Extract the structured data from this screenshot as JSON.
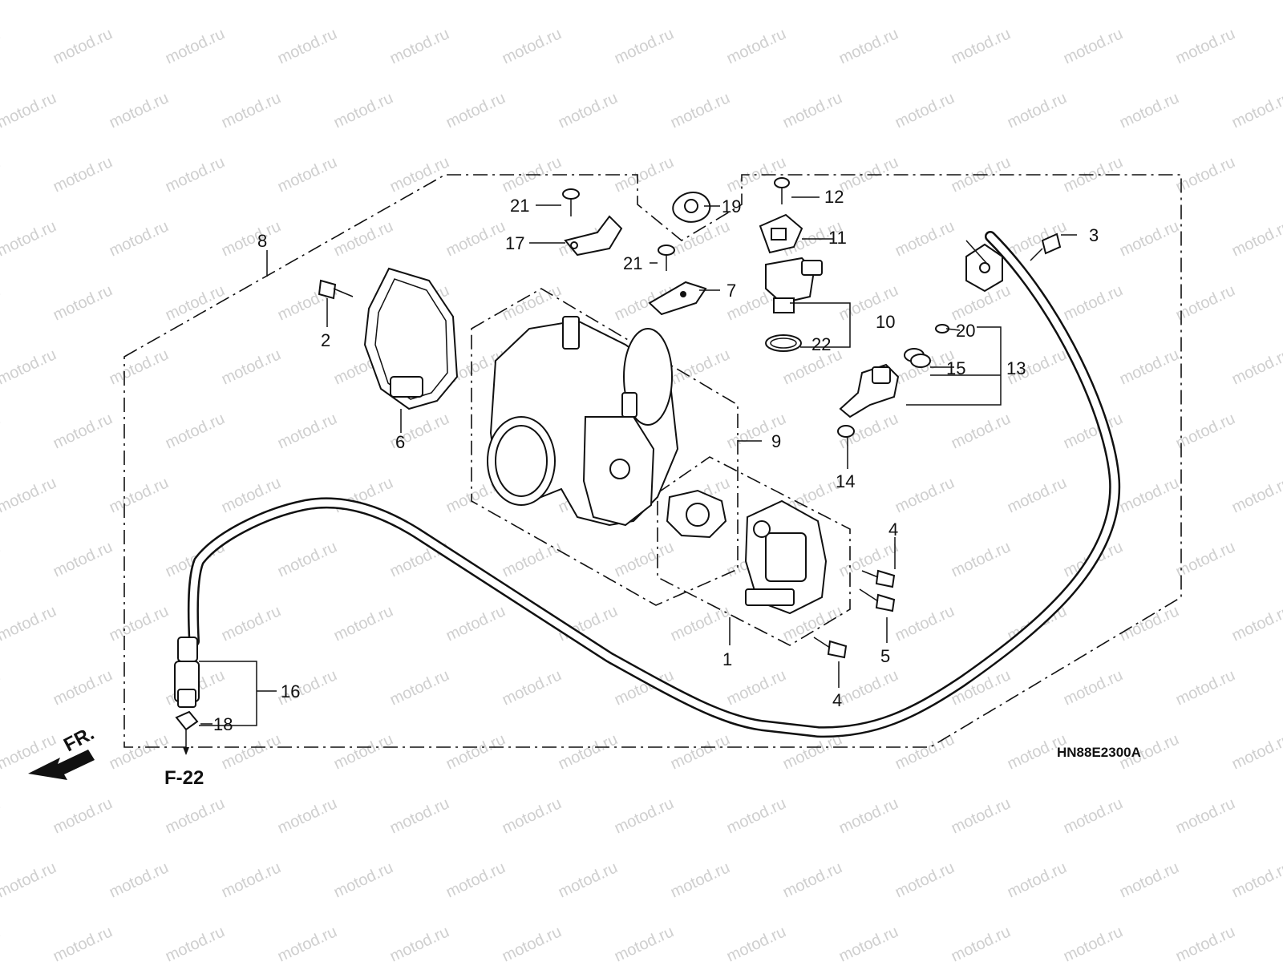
{
  "watermark": "motod.ru",
  "diagram_code": "HN88E2300A",
  "front_indicator": "FR.",
  "cross_reference": "F-22",
  "callouts": [
    {
      "id": "1",
      "label": "1"
    },
    {
      "id": "2",
      "label": "2"
    },
    {
      "id": "3",
      "label": "3"
    },
    {
      "id": "4a",
      "label": "4"
    },
    {
      "id": "4b",
      "label": "4"
    },
    {
      "id": "5",
      "label": "5"
    },
    {
      "id": "6",
      "label": "6"
    },
    {
      "id": "7",
      "label": "7"
    },
    {
      "id": "8",
      "label": "8"
    },
    {
      "id": "9",
      "label": "9"
    },
    {
      "id": "10",
      "label": "10"
    },
    {
      "id": "11",
      "label": "11"
    },
    {
      "id": "12",
      "label": "12"
    },
    {
      "id": "13",
      "label": "13"
    },
    {
      "id": "14",
      "label": "14"
    },
    {
      "id": "15",
      "label": "15"
    },
    {
      "id": "16",
      "label": "16"
    },
    {
      "id": "17",
      "label": "17"
    },
    {
      "id": "18",
      "label": "18"
    },
    {
      "id": "19",
      "label": "19"
    },
    {
      "id": "20",
      "label": "20"
    },
    {
      "id": "21a",
      "label": "21"
    },
    {
      "id": "21b",
      "label": "21"
    },
    {
      "id": "22",
      "label": "22"
    }
  ]
}
